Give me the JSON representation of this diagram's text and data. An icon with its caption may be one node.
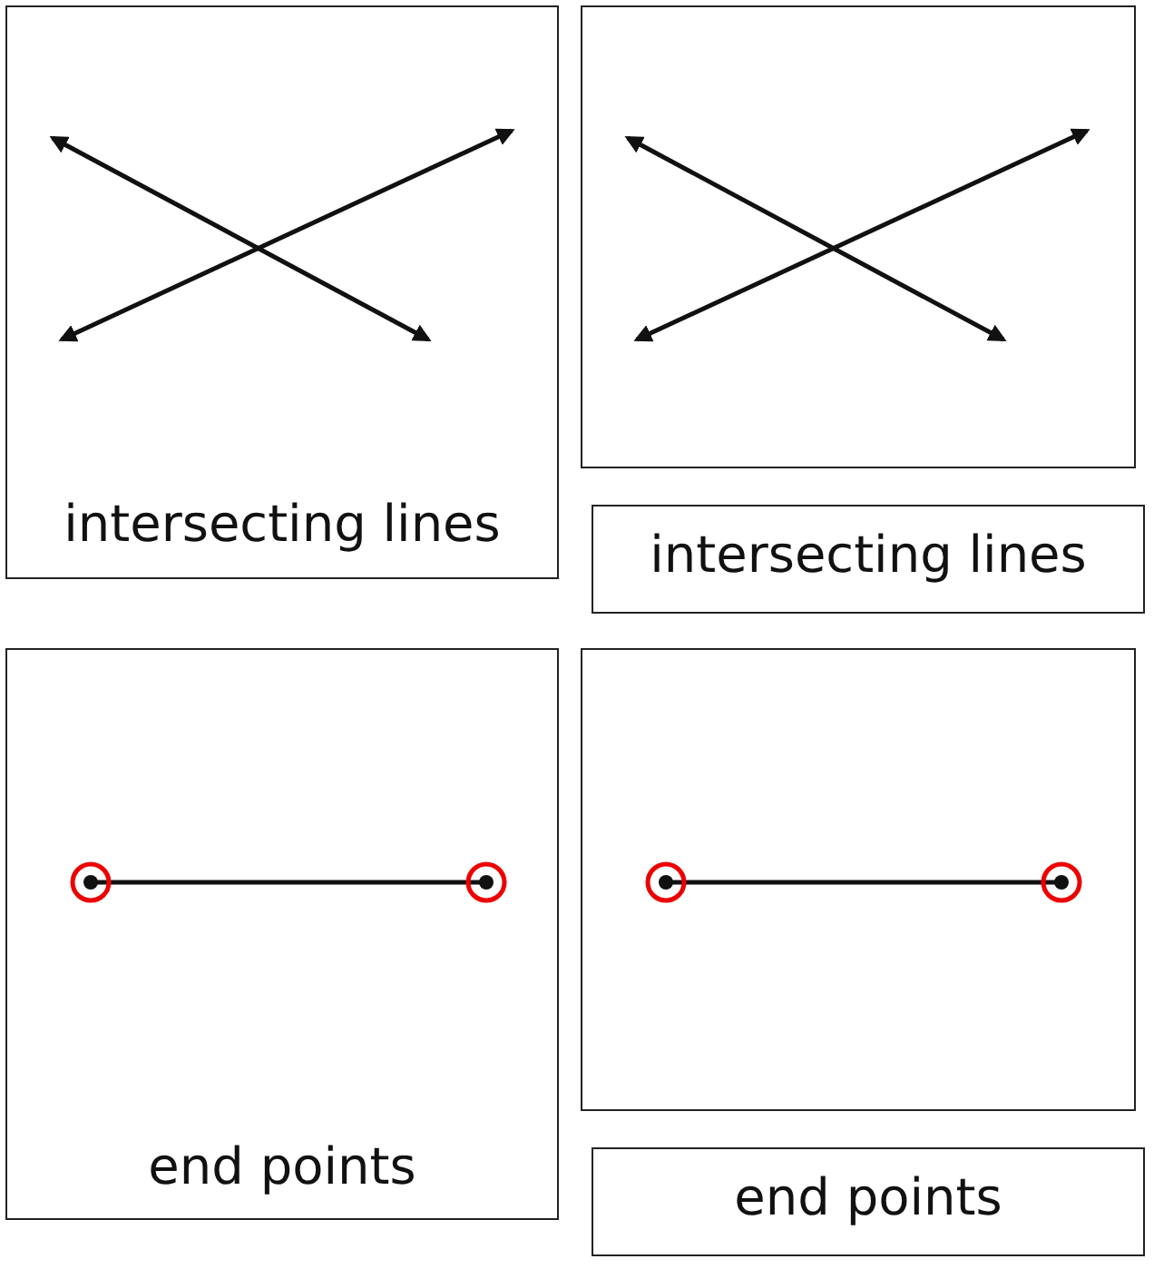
{
  "diagram": {
    "nodes": [
      {
        "text": [
          "intersecting lines"
        ]
      },
      {
        "text": [],
        "shape": "box"
      },
      {
        "text": [
          "intersecting lines"
        ]
      },
      {
        "text": [
          "end points"
        ]
      },
      {
        "text": [],
        "shape": "box"
      },
      {
        "text": [
          "end points"
        ]
      }
    ]
  }
}
